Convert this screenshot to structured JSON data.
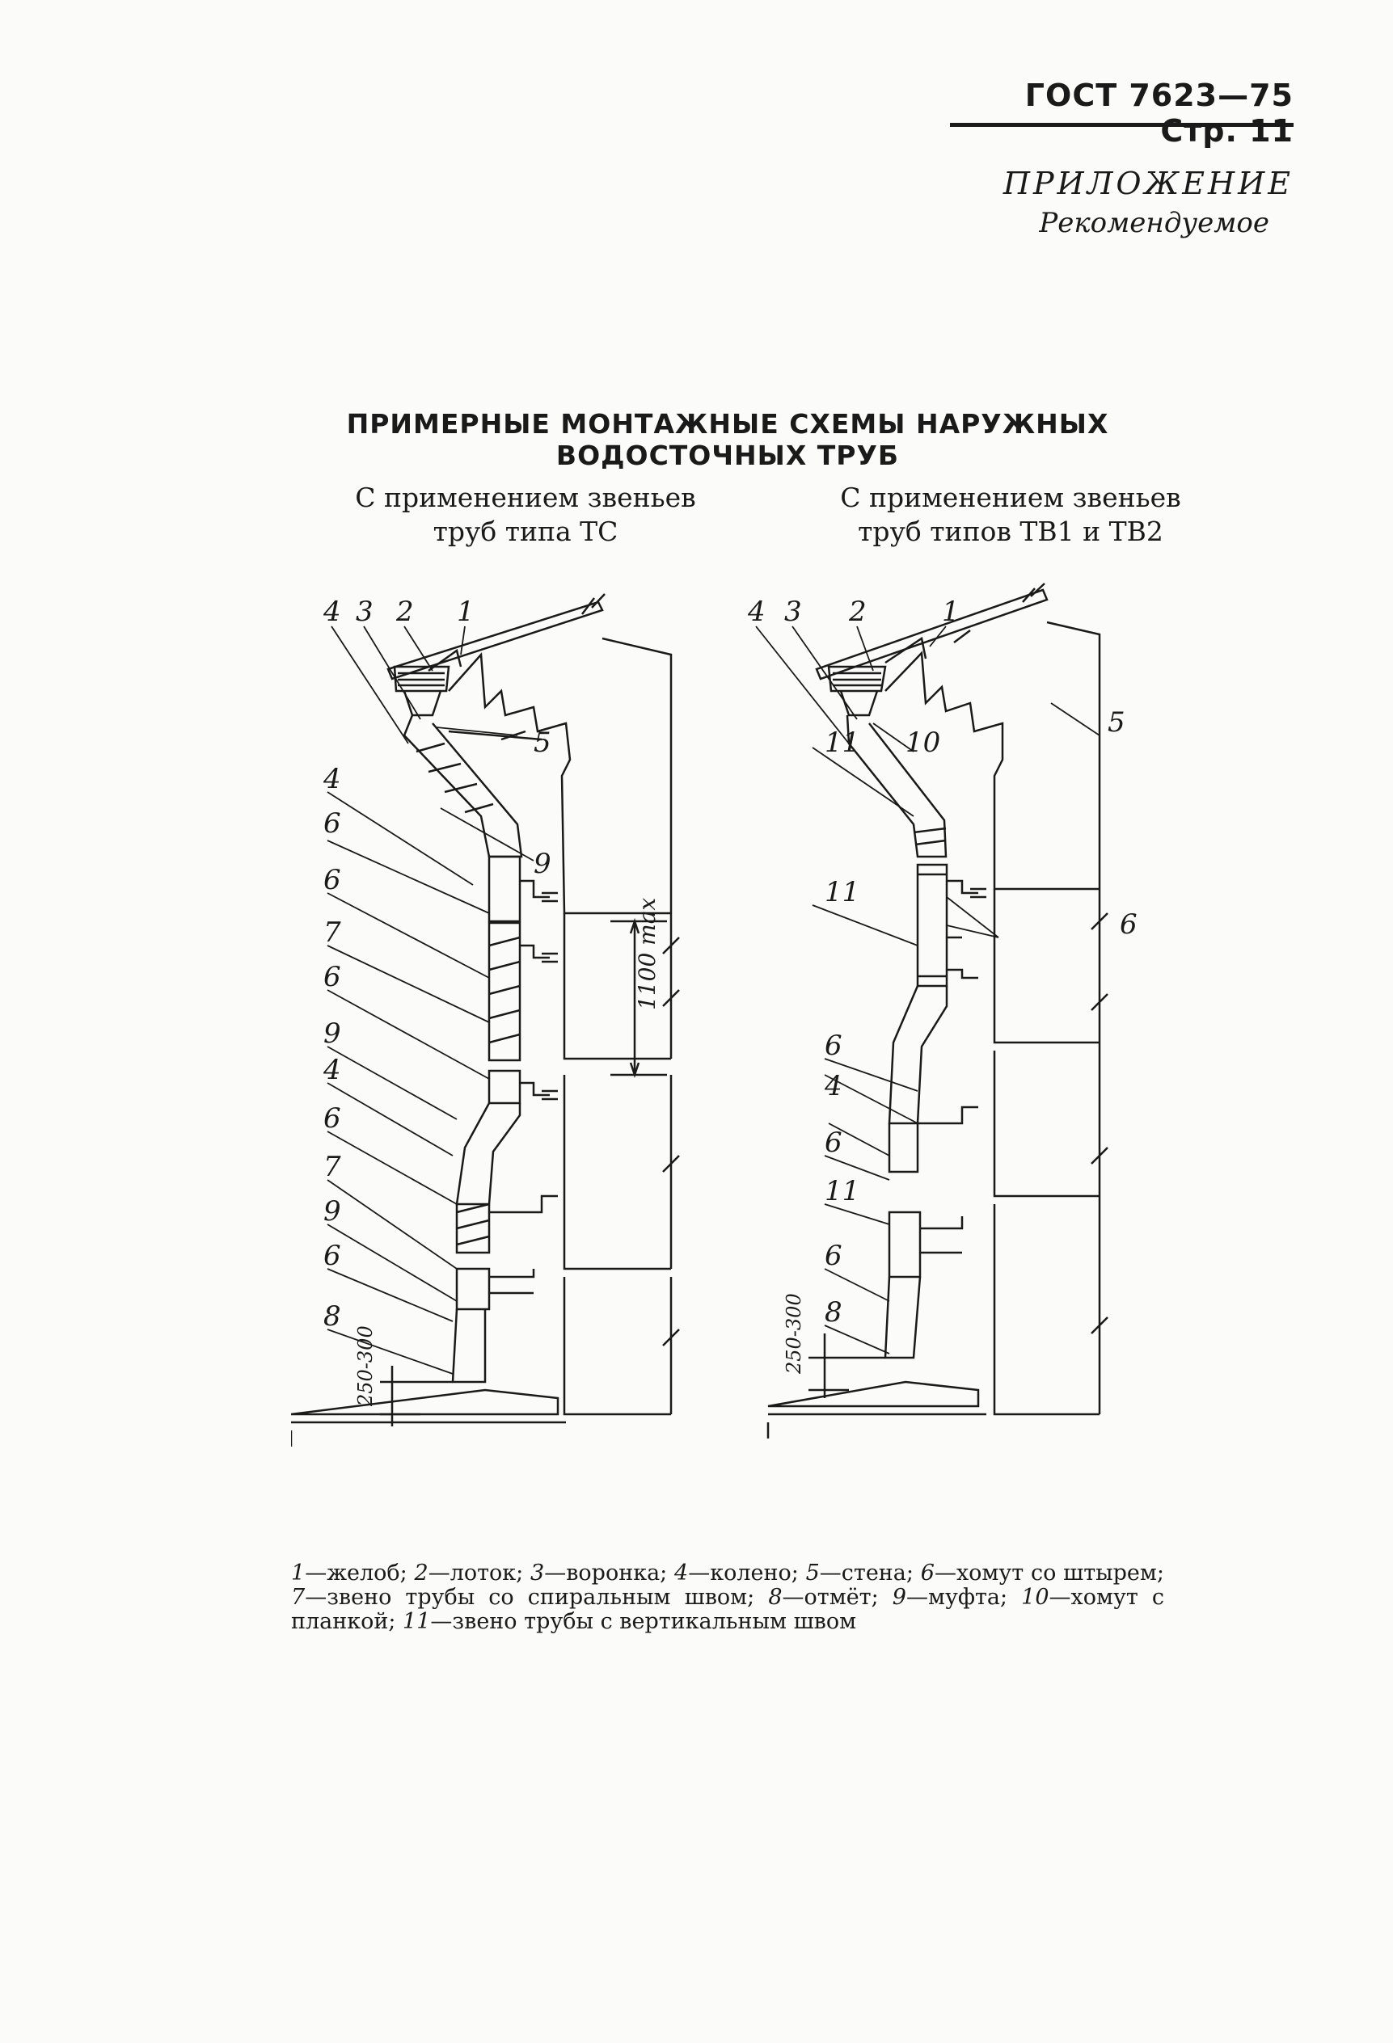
{
  "header": {
    "text": "ГОСТ 7623—75 Стр. 11"
  },
  "appendix": {
    "title": "ПРИЛОЖЕНИЕ",
    "subtitle": "Рекомендуемое"
  },
  "title": "ПРИМЕРНЫЕ МОНТАЖНЫЕ СХЕМЫ НАРУЖНЫХ ВОДОСТОЧНЫХ ТРУБ",
  "left_scheme": {
    "title_line1": "С применением звеньев",
    "title_line2": "труб типа ТС",
    "callouts": [
      "4",
      "3",
      "2",
      "1",
      "5",
      "4",
      "6",
      "9",
      "6",
      "7",
      "6",
      "9",
      "4",
      "6",
      "7",
      "9",
      "6",
      "8"
    ],
    "dim_max": "1100 max",
    "dim_bottom": "250-300"
  },
  "right_scheme": {
    "title_line1": "С применением звеньев",
    "title_line2": "труб типов ТВ1 и ТВ2",
    "callouts": [
      "4",
      "3",
      "2",
      "1",
      "5",
      "11",
      "10",
      "6",
      "11",
      "6",
      "4",
      "6",
      "11",
      "6",
      "8"
    ],
    "dim_bottom": "250-300"
  },
  "legend": {
    "items": [
      {
        "num": "1",
        "text": "—желоб; "
      },
      {
        "num": "2",
        "text": "—лоток; "
      },
      {
        "num": "3",
        "text": "—воронка; "
      },
      {
        "num": "4",
        "text": "—колено; "
      },
      {
        "num": "5",
        "text": "—стена; "
      },
      {
        "num": "6",
        "text": "—хомут со штырем; "
      },
      {
        "num": "7",
        "text": "—звено трубы со спиральным швом; "
      },
      {
        "num": "8",
        "text": "—отмёт; "
      },
      {
        "num": "9",
        "text": "—муфта; "
      },
      {
        "num": "10",
        "text": "—хомут с планкой; "
      },
      {
        "num": "11",
        "text": "—звено трубы с вертикальным швом"
      }
    ]
  }
}
